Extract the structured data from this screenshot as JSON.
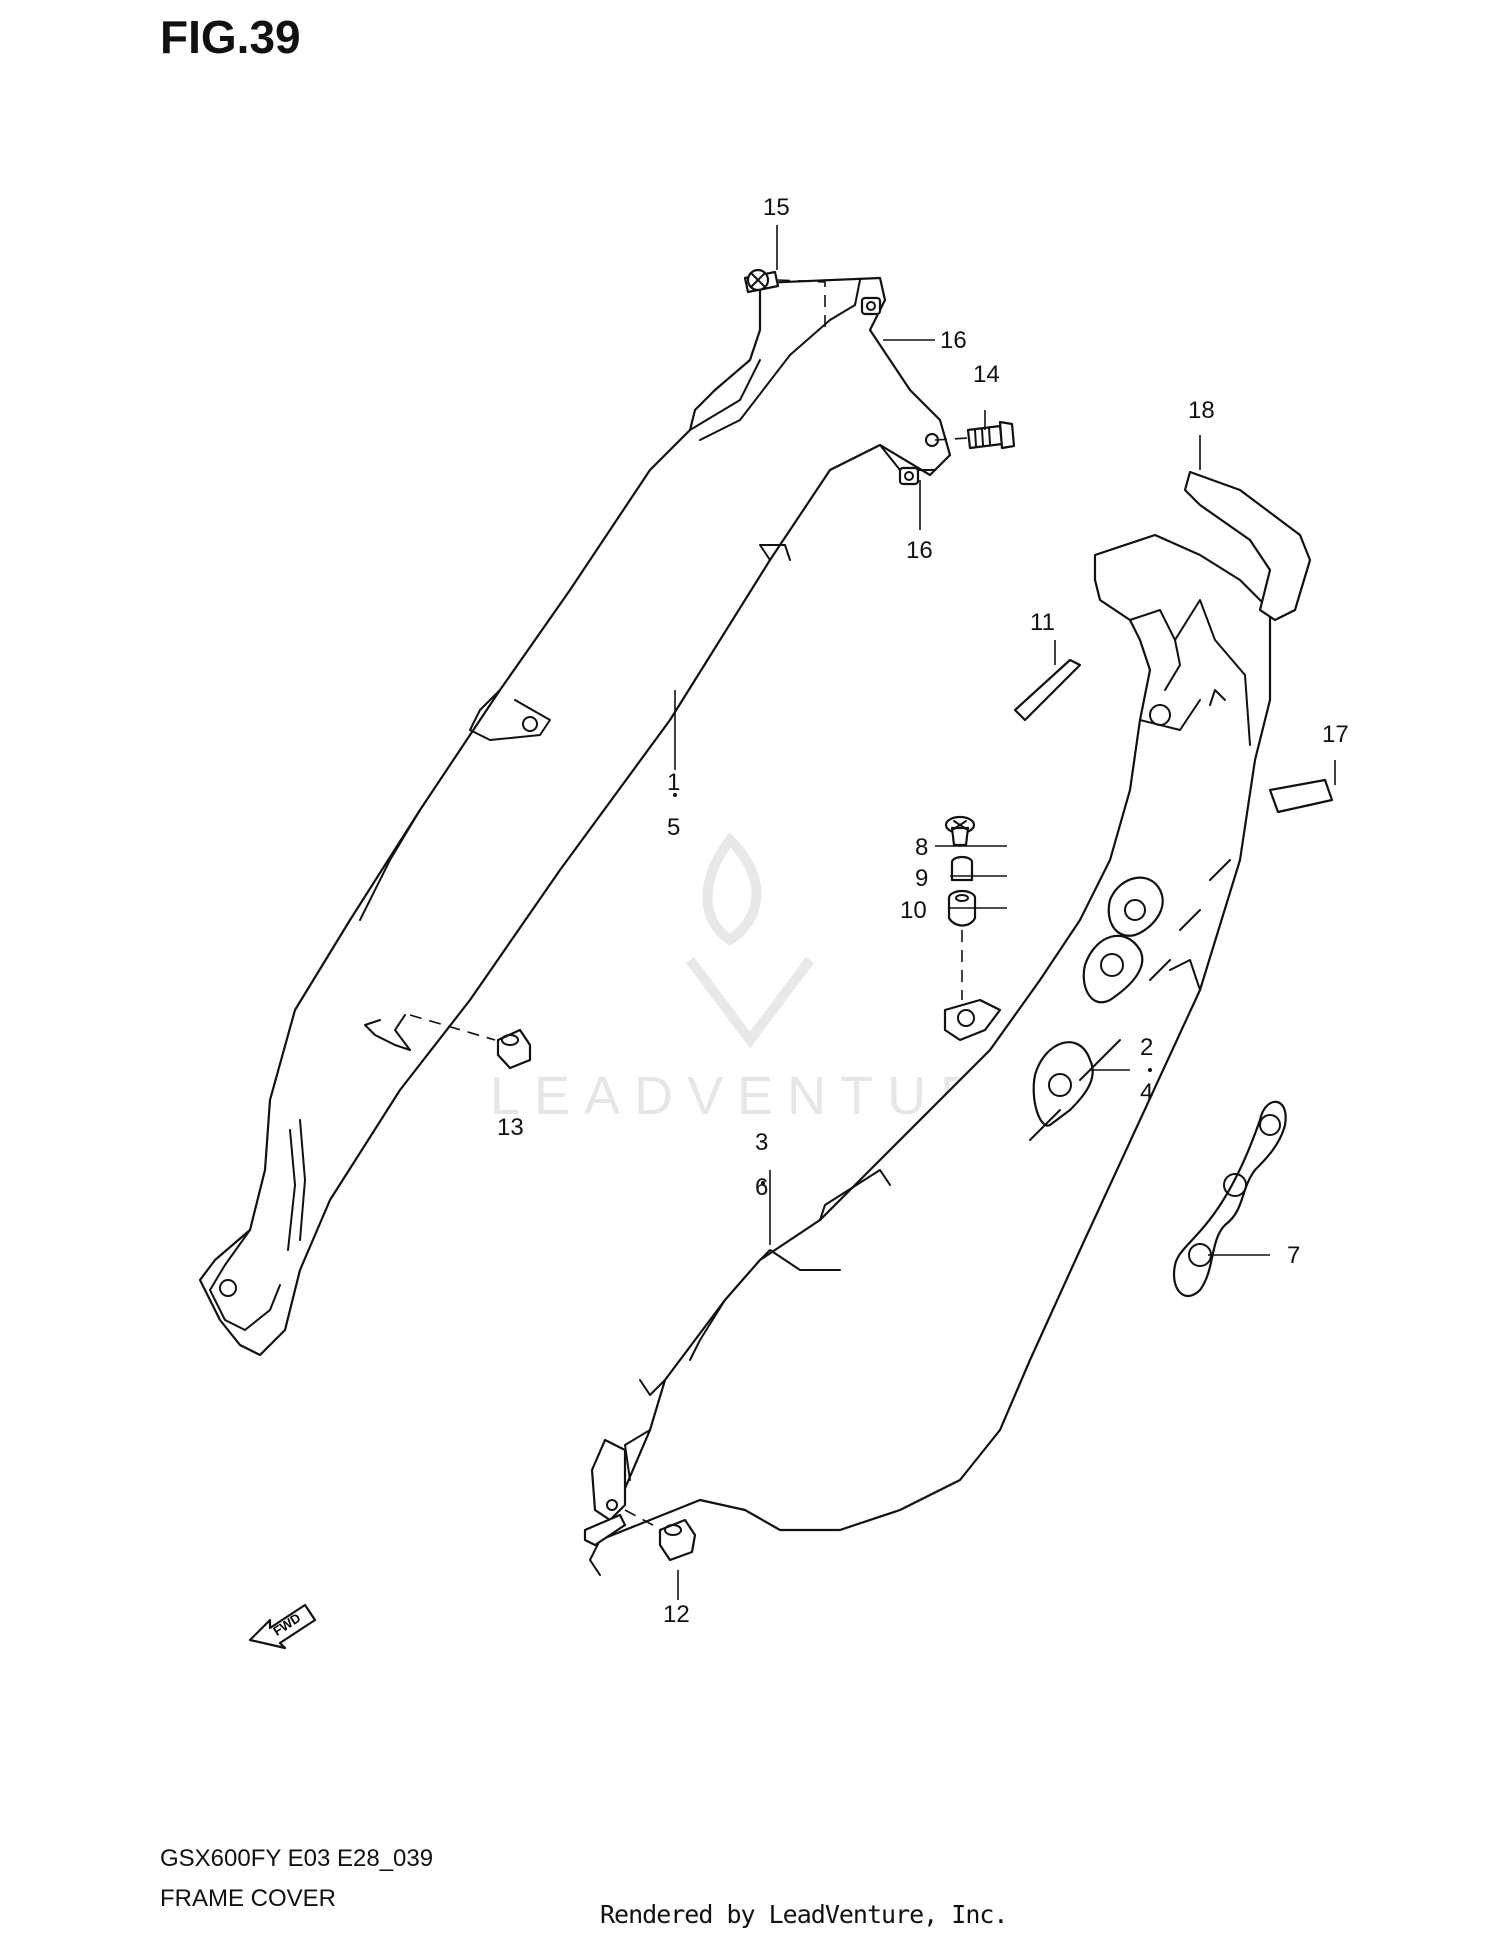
{
  "figure": {
    "title": "FIG.39",
    "model_code": "GSX600FY E03 E28_039",
    "section_name": "FRAME COVER",
    "rendered_by": "Rendered by LeadVenture, Inc.",
    "watermark": "LEADVENTURE",
    "fwd_label": "FWD"
  },
  "callouts": [
    {
      "id": "c15",
      "label": "15"
    },
    {
      "id": "c16a",
      "label": "16"
    },
    {
      "id": "c14",
      "label": "14"
    },
    {
      "id": "c16b",
      "label": "16"
    },
    {
      "id": "c18",
      "label": "18"
    },
    {
      "id": "c11",
      "label": "11"
    },
    {
      "id": "c1",
      "label": "1"
    },
    {
      "id": "c5",
      "label": "5"
    },
    {
      "id": "c17",
      "label": "17"
    },
    {
      "id": "c8",
      "label": "8"
    },
    {
      "id": "c9",
      "label": "9"
    },
    {
      "id": "c10",
      "label": "10"
    },
    {
      "id": "c2",
      "label": "2"
    },
    {
      "id": "c4",
      "label": "4"
    },
    {
      "id": "c13",
      "label": "13"
    },
    {
      "id": "c3",
      "label": "3"
    },
    {
      "id": "c6",
      "label": "6"
    },
    {
      "id": "c7",
      "label": "7"
    },
    {
      "id": "c12",
      "label": "12"
    }
  ]
}
